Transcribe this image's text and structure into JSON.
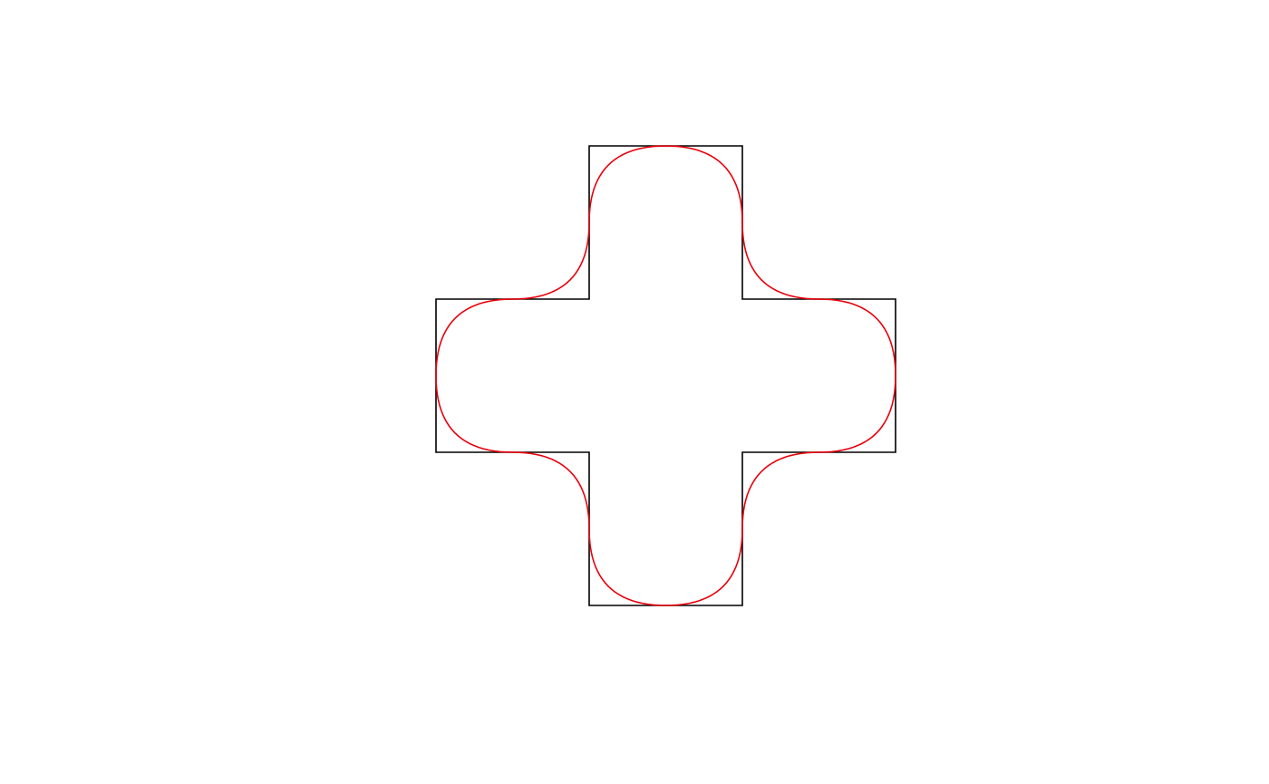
{
  "diagram": {
    "background_color": "#ffffff",
    "shapes": [
      {
        "name": "cross-outline",
        "stroke_color": "#000000",
        "vertices": [
          [
            -1,
            3
          ],
          [
            1,
            3
          ],
          [
            1,
            1
          ],
          [
            3,
            1
          ],
          [
            3,
            -1
          ],
          [
            1,
            -1
          ],
          [
            1,
            -3
          ],
          [
            -1,
            -3
          ],
          [
            -1,
            -1
          ],
          [
            -3,
            -1
          ],
          [
            -3,
            1
          ],
          [
            -1,
            1
          ]
        ],
        "closed": true
      },
      {
        "name": "rounded-cross-curve",
        "stroke_color": "#e8000b",
        "based_on": "cross-outline",
        "closed": true
      }
    ]
  }
}
